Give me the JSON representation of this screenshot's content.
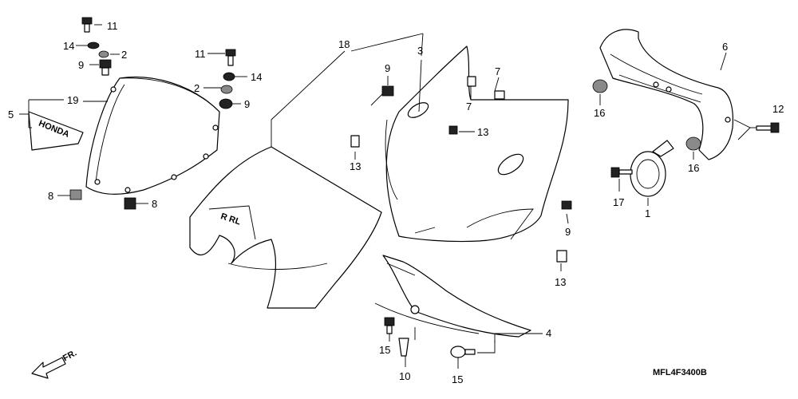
{
  "diagram": {
    "callouts": {
      "c1": "1",
      "c2a": "2",
      "c2b": "2",
      "c3": "3",
      "c4": "4",
      "c5": "5",
      "c6": "6",
      "c7a": "7",
      "c7b": "7",
      "c8a": "8",
      "c8b": "8",
      "c9a": "9",
      "c9b": "9",
      "c9c": "9",
      "c9d": "9",
      "c10": "10",
      "c11a": "11",
      "c11b": "11",
      "c12": "12",
      "c13a": "13",
      "c13b": "13",
      "c13c": "13",
      "c14a": "14",
      "c14b": "14",
      "c15a": "15",
      "c15b": "15",
      "c16a": "16",
      "c16b": "16",
      "c17": "17",
      "c18": "18",
      "c19": "19"
    },
    "decal_text": "HONDA",
    "fairing_decal_text": "R  RL",
    "front_arrow_label": "FR.",
    "drawing_code": "MFL4F3400B"
  }
}
